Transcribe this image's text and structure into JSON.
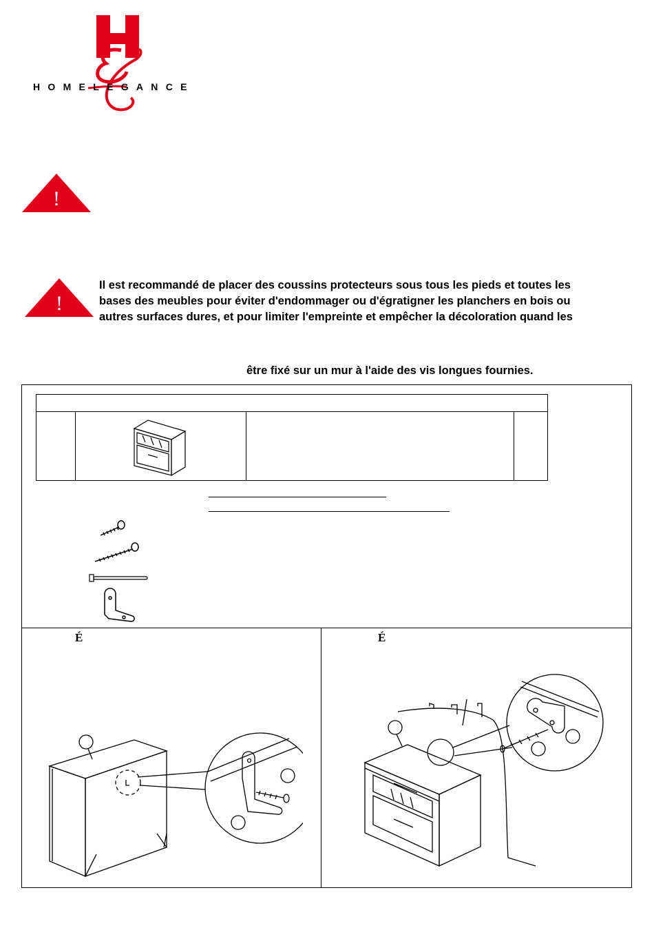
{
  "brand": {
    "name": "HOMELEGANCE",
    "colors": {
      "logo_red": "#E3001B",
      "logo_text": "#000000"
    }
  },
  "warnings": {
    "icon": "warning-triangle-icon",
    "icon_color": "#E3001B",
    "symbol": "!",
    "notice_lines": [
      "Il est recommandé de placer des coussins protecteurs sous tous les pieds et toutes les",
      "bases des meubles pour éviter d'endommager ou d'égratigner les planchers en bois ou",
      "autres surfaces dures, et pour limiter l'empreinte et empêcher la décoloration quand les"
    ],
    "wall_mount_text": "être fixé sur un mur à l'aide des vis longues fournies."
  },
  "parts_table": {
    "product_icon": "nightstand-icon"
  },
  "hardware": {
    "items": [
      "short-screw-icon",
      "long-screw-icon",
      "cable-tie-icon",
      "l-bracket-icon"
    ]
  },
  "steps": [
    {
      "mark": "É",
      "figure": "bracket-install-figure"
    },
    {
      "mark": "É",
      "figure": "wall-anchor-figure"
    }
  ]
}
